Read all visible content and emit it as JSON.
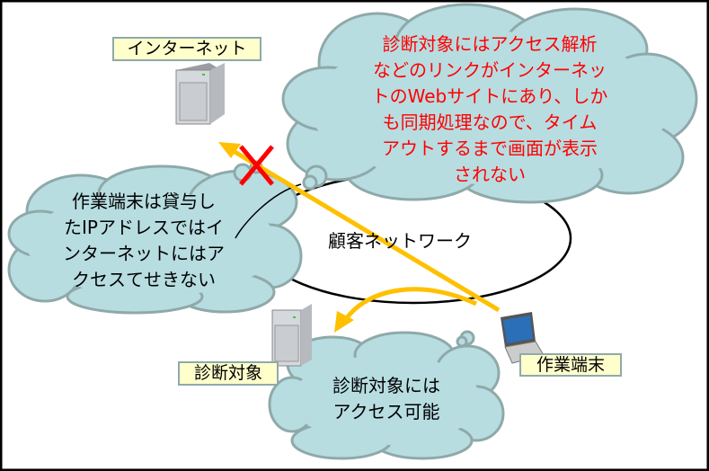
{
  "labels": {
    "internet": "インターネット",
    "target": "診断対象",
    "terminal": "作業端末",
    "customer_network": "顧客ネットワーク"
  },
  "clouds": {
    "red_note": [
      "診断対象にはアクセス解析",
      "などのリンクがインターネッ",
      "トのWebサイトにあり、しか",
      "も同期処理なので、タイム",
      "アウトするまで画面が表示",
      "されない"
    ],
    "left_note": [
      "作業端末は貸与し",
      "たIPアドレスではイ",
      "ンターネットにはア",
      "クセスてせきない"
    ],
    "bottom_note": [
      "診断対象には",
      "アクセス可能"
    ]
  },
  "colors": {
    "cloud_fill": "#b7dde1",
    "cloud_stroke": "#8fa9a9",
    "arrow": "#ffc000",
    "cross": "#ff0000",
    "label_fill": "#ffffcc"
  }
}
